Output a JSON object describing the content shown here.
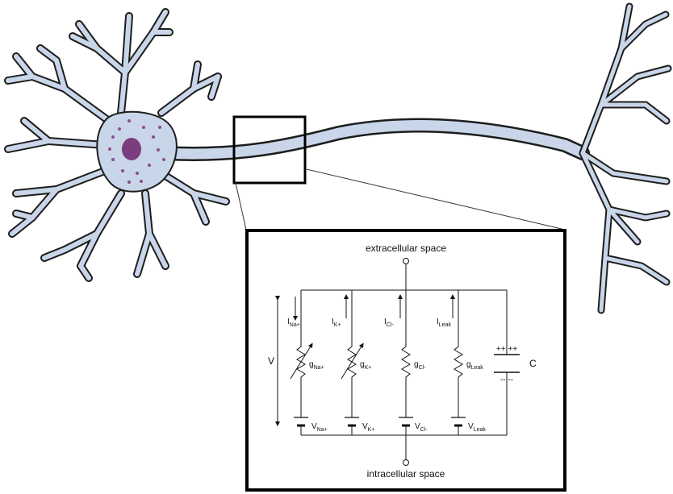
{
  "colors": {
    "neuron_fill": "#c9d6e9",
    "neuron_outline": "#1d1d1d",
    "nucleus": "#7b3d7d",
    "granules": "#8d4c8a",
    "inset_border": "#000000",
    "circuit": "#111111"
  },
  "labels": {
    "extracellular": "extracellular space",
    "intracellular": "intracellular space",
    "voltage": "V",
    "capacitance": "C",
    "cap_plus": "++ ++",
    "cap_minus": "-- --"
  },
  "branches": [
    {
      "current_main": "I",
      "current_sub": "Na+",
      "current_dir": "down",
      "conductance_main": "g",
      "conductance_sub": "Na+",
      "variable": true,
      "battery_main": "V",
      "battery_sub": "Na+"
    },
    {
      "current_main": "I",
      "current_sub": "K+",
      "current_dir": "up",
      "conductance_main": "g",
      "conductance_sub": "K+",
      "variable": true,
      "battery_main": "V",
      "battery_sub": "K+"
    },
    {
      "current_main": "I",
      "current_sub": "Cl-",
      "current_dir": "up",
      "conductance_main": "g",
      "conductance_sub": "Cl-",
      "variable": false,
      "battery_main": "V",
      "battery_sub": "Cl-"
    },
    {
      "current_main": "I",
      "current_sub": "Leak",
      "current_dir": "up",
      "conductance_main": "g",
      "conductance_sub": "Leak",
      "variable": false,
      "battery_main": "V",
      "battery_sub": "Leak"
    }
  ]
}
